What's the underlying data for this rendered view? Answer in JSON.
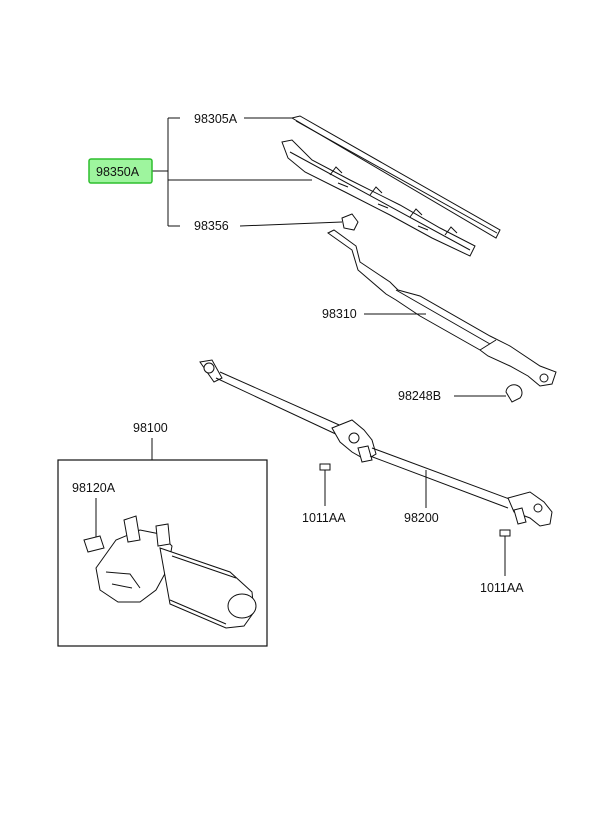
{
  "labels": {
    "blade_refill": "98305A",
    "blade_assembly": "98350A",
    "blade_clip": "98356",
    "wiper_arm": "98310",
    "pivot_cap": "98248B",
    "motor_assembly": "98100",
    "motor_connector": "98120A",
    "bolt_left": "1011AA",
    "linkage": "98200",
    "bolt_right": "1011AA"
  },
  "colors": {
    "highlight_fill": "#9ef59e",
    "highlight_border": "#2fbf2f",
    "line": "#111111"
  }
}
